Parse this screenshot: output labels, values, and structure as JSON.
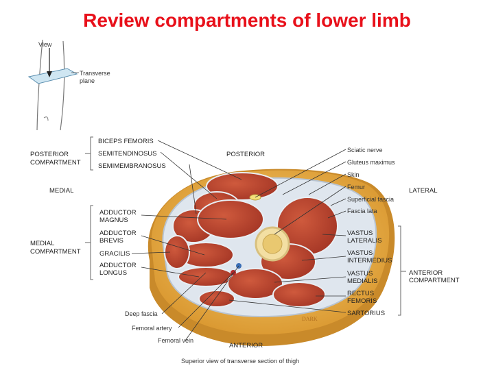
{
  "title": "Review compartments of lower limb",
  "inset": {
    "view": "View",
    "plane_line1": "Transverse",
    "plane_line2": "plane"
  },
  "orientation": {
    "posterior": "POSTERIOR",
    "anterior": "ANTERIOR",
    "medial": "MEDIAL",
    "lateral": "LATERAL"
  },
  "compartments": {
    "posterior": [
      "POSTERIOR",
      "COMPARTMENT"
    ],
    "medial": [
      "MEDIAL",
      "COMPARTMENT"
    ],
    "anterior": [
      "ANTERIOR",
      "COMPARTMENT"
    ]
  },
  "left_labels": {
    "biceps_femoris": "BICEPS FEMORIS",
    "semitendinosus": "SEMITENDINOSUS",
    "semimembranosus": "SEMIMEMBRANOSUS",
    "adductor_magnus": [
      "ADDUCTOR",
      "MAGNUS"
    ],
    "adductor_brevis": [
      "ADDUCTOR",
      "BREVIS"
    ],
    "gracilis": "GRACILIS",
    "adductor_longus": [
      "ADDUCTOR",
      "LONGUS"
    ],
    "deep_fascia": "Deep fascia",
    "femoral_artery": "Femoral artery",
    "femoral_vein": "Femoral vein"
  },
  "right_labels": {
    "sciatic_nerve": "Sciatic nerve",
    "gluteus_maximus": "Gluteus maximus",
    "skin": "Skin",
    "femur": "Femur",
    "superficial_fascia": "Superficial fascia",
    "fascia_lata": "Fascia lata",
    "vastus_lateralis": [
      "VASTUS",
      "LATERALIS"
    ],
    "vastus_intermedius": [
      "VASTUS",
      "INTERMEDIUS"
    ],
    "vastus_medialis": [
      "VASTUS",
      "MEDIALIS"
    ],
    "rectus_femoris": [
      "RECTUS",
      "FEMORIS"
    ],
    "sartorius": "SARTORIUS"
  },
  "caption": "Superior view of transverse section of thigh",
  "colors": {
    "title": "#e8101a",
    "fat": "#e9b04c",
    "skin": "#c98a2a",
    "muscle": "#b5402a",
    "fascia": "#dfe6ee",
    "bone": "#f3dfa3"
  }
}
